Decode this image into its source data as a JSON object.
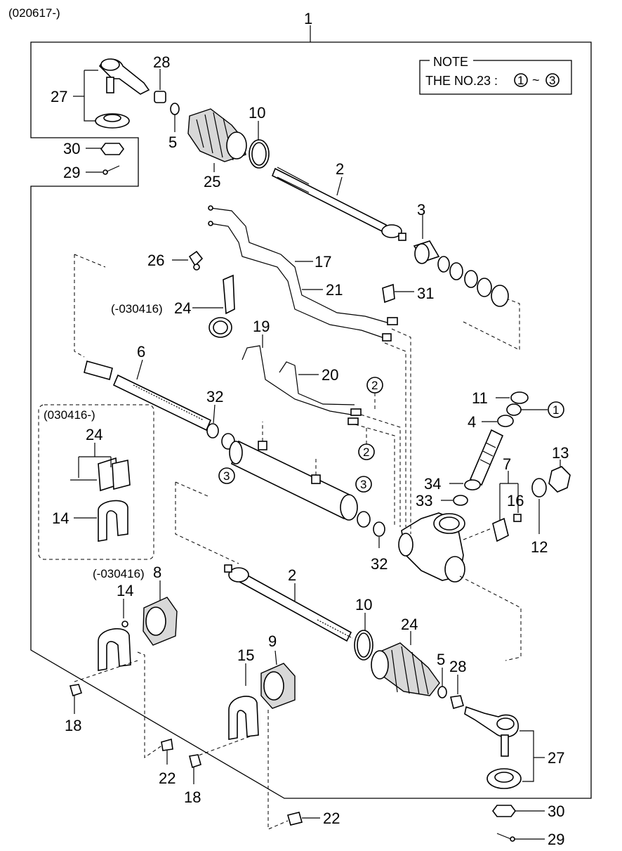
{
  "header": {
    "code": "(020617-)"
  },
  "note": {
    "title": "NOTE",
    "text": "THE NO.23 :",
    "range_start": "1",
    "tilde": "~",
    "range_end": "3"
  },
  "inset": {
    "label": "(030416-)"
  },
  "callouts": {
    "c1": "1",
    "c2a": "2",
    "c2b": "2",
    "c3": "3",
    "c4": "4",
    "c5a": "5",
    "c5b": "5",
    "c6": "6",
    "c7": "7",
    "c8": "8",
    "c9": "9",
    "c10a": "10",
    "c10b": "10",
    "c11": "11",
    "c12": "12",
    "c13": "13",
    "c14a": "14",
    "c14b": "14",
    "c15": "15",
    "c16": "16",
    "c17": "17",
    "c18a": "18",
    "c18b": "18",
    "c19": "19",
    "c20": "20",
    "c21": "21",
    "c22a": "22",
    "c22b": "22",
    "c24a": "24",
    "c24b": "24",
    "c24c": "24",
    "c25": "25",
    "c26": "26",
    "c27a": "27",
    "c27b": "27",
    "c28a": "28",
    "c28b": "28",
    "c29a": "29",
    "c29b": "29",
    "c30a": "30",
    "c30b": "30",
    "c31": "31",
    "c32a": "32",
    "c32b": "32",
    "c33": "33",
    "c34": "34",
    "c24a_prefix": "(-030416)",
    "c8_prefix": "(-030416)"
  },
  "circled": {
    "k1": "1",
    "k2a": "2",
    "k2b": "2",
    "k3a": "3",
    "k3b": "3"
  }
}
